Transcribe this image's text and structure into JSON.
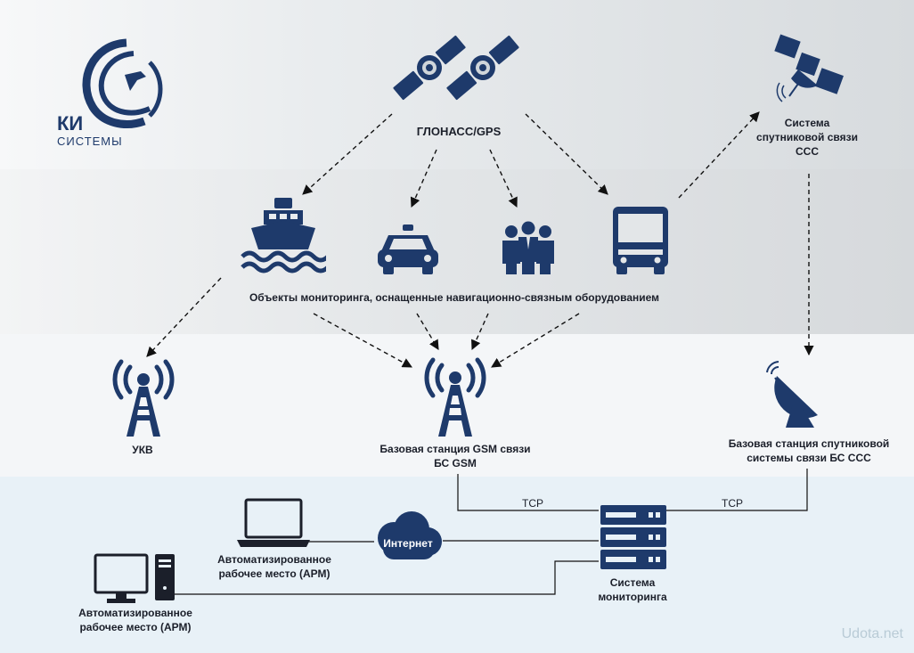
{
  "logo": {
    "brand": "КИ",
    "sub": "СИСТЕМЫ"
  },
  "labels": {
    "glonass": "ГЛОНАСС/GPS",
    "satcom_system": [
      "Система",
      "спутниковой связи",
      "ССС"
    ],
    "monitoring_objects": "Объекты мониторинга, оснащенные навигационно-связным оборудованием",
    "ukv": "УКВ",
    "gsm_station": [
      "Базовая станция GSM связи",
      "БС GSM"
    ],
    "sat_station": [
      "Базовая станция спутниковой",
      "системы связи БС ССС"
    ],
    "tcp_left": "TCP",
    "tcp_right": "TCP",
    "internet": "Интернет",
    "arm_laptop": [
      "Автоматизированное",
      "рабочее место (АРМ)"
    ],
    "arm_desktop": [
      "Автоматизированное",
      "рабочее место (АРМ)"
    ],
    "monitoring_system": [
      "Система",
      "мониторинга"
    ]
  },
  "watermark": "Udota.net",
  "colors": {
    "navy": "#1e3a6b",
    "text": "#1b1f2a",
    "band_top": "#d8dcdf",
    "band_mid": "#ececee",
    "band_low": "#f7f8f9",
    "band_bottom": "#e6f0f6"
  }
}
